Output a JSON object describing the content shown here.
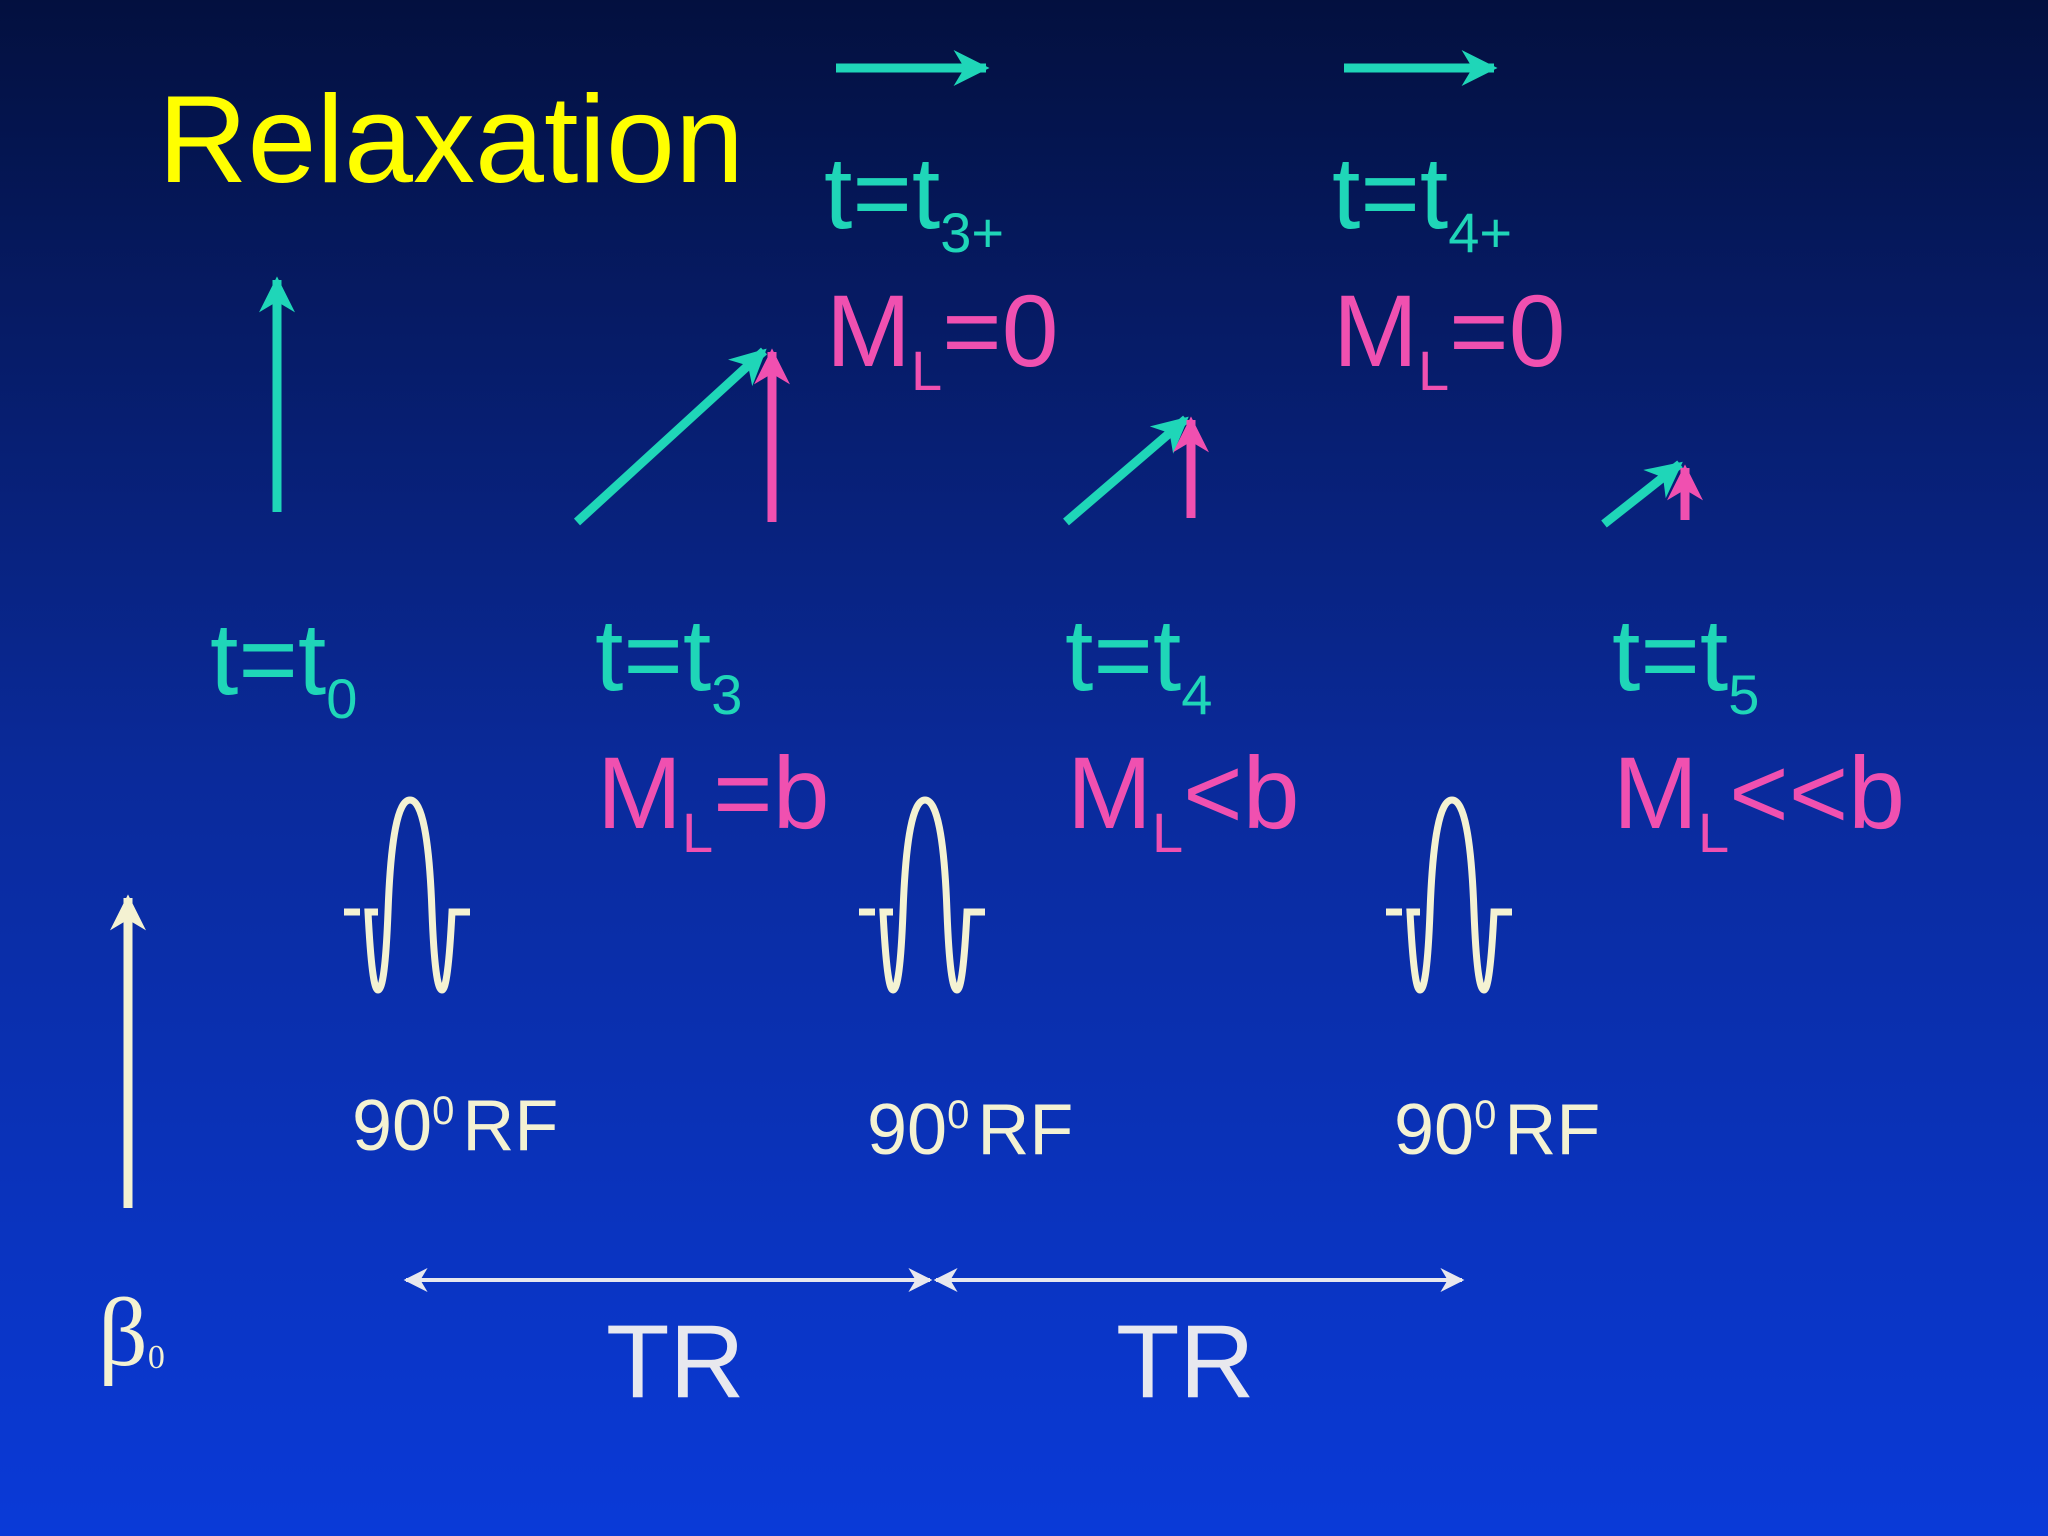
{
  "title": "Relaxation",
  "time_labels": [
    {
      "main": "t=t",
      "sub": "0"
    },
    {
      "main": "t=t",
      "sub": "3"
    },
    {
      "main": "t=t",
      "sub": "4"
    },
    {
      "main": "t=t",
      "sub": "5"
    },
    {
      "main": "t=t",
      "sub": "3+"
    },
    {
      "main": "t=t",
      "sub": "4+"
    }
  ],
  "ml_labels": [
    {
      "main": "M",
      "sub": "L",
      "value": "=b"
    },
    {
      "main": "M",
      "sub": "L",
      "value": "<b"
    },
    {
      "main": "M",
      "sub": "L",
      "value": "<<b"
    },
    {
      "main": "M",
      "sub": "L",
      "value": "=0"
    },
    {
      "main": "M",
      "sub": "L",
      "value": "=0"
    }
  ],
  "rf_labels": [
    {
      "num": "90",
      "sup": "0",
      "unit": "RF"
    },
    {
      "num": "90",
      "sup": "0",
      "unit": "RF"
    },
    {
      "num": "90",
      "sup": "0",
      "unit": "RF"
    }
  ],
  "tr_labels": [
    "TR",
    "TR"
  ],
  "field_label": {
    "symbol": "β",
    "sub": "0"
  },
  "colors": {
    "title": "#ffff00",
    "time_text": "#1fd6b8",
    "ml_text": "#f050b0",
    "rf_text": "#f4f2d2",
    "tr_text": "#e8e8ee",
    "background_top": "#03103f",
    "background_bottom": "#0a3ad8"
  }
}
